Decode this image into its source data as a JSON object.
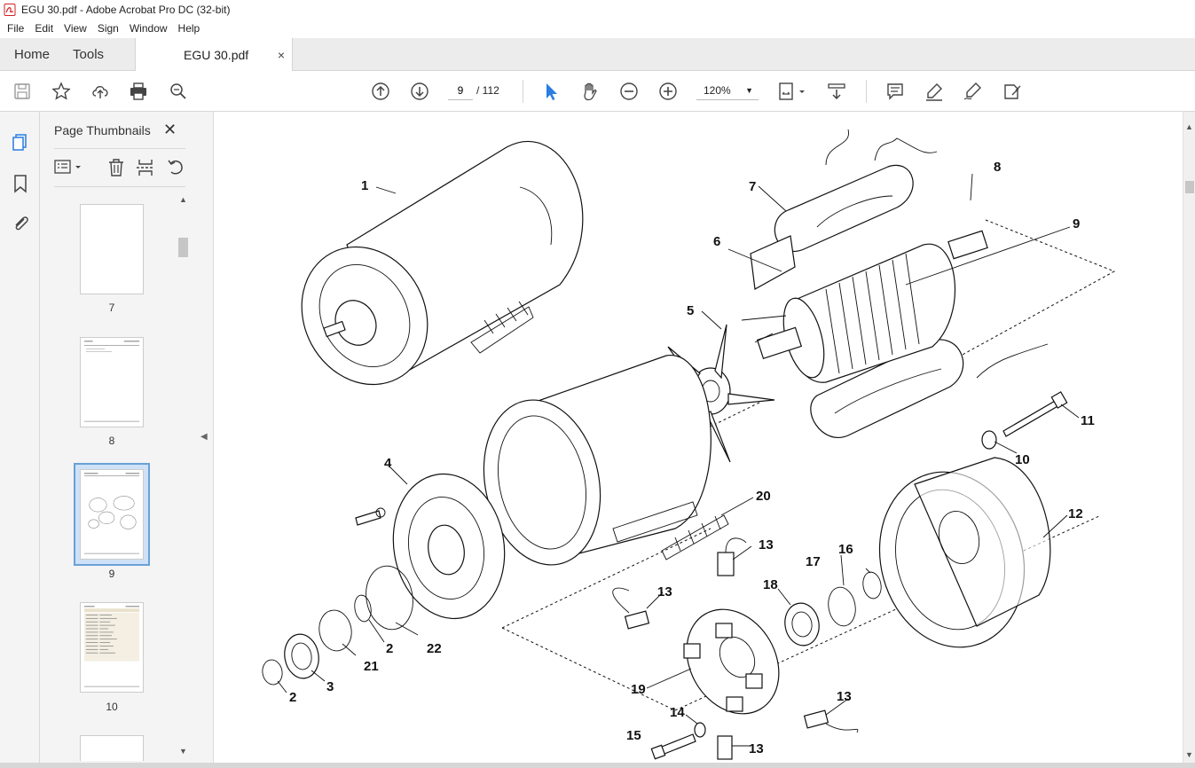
{
  "window": {
    "title": "EGU 30.pdf - Adobe Acrobat Pro DC (32-bit)"
  },
  "menu": [
    "File",
    "Edit",
    "View",
    "Sign",
    "Window",
    "Help"
  ],
  "tabs": {
    "home": "Home",
    "tools": "Tools",
    "document": "EGU 30.pdf",
    "close": "×"
  },
  "toolbar": {
    "current_page": "9",
    "page_total": "/  112",
    "zoom": "120%"
  },
  "thumbnails": {
    "title": "Page Thumbnails",
    "close": "✕",
    "pages": [
      {
        "label": "7",
        "selected": false
      },
      {
        "label": "8",
        "selected": false
      },
      {
        "label": "9",
        "selected": true
      },
      {
        "label": "10",
        "selected": false
      }
    ]
  },
  "diagram": {
    "callouts": [
      "1",
      "2",
      "2",
      "3",
      "4",
      "5",
      "6",
      "7",
      "8",
      "9",
      "10",
      "11",
      "12",
      "13",
      "13",
      "13",
      "13",
      "14",
      "15",
      "16",
      "17",
      "18",
      "19",
      "20",
      "21",
      "22"
    ]
  },
  "colors": {
    "accent": "#2b7de1",
    "selection": "#cfe1f6",
    "panel_bg": "#f4f4f4",
    "pdf_red": "#e02020"
  }
}
